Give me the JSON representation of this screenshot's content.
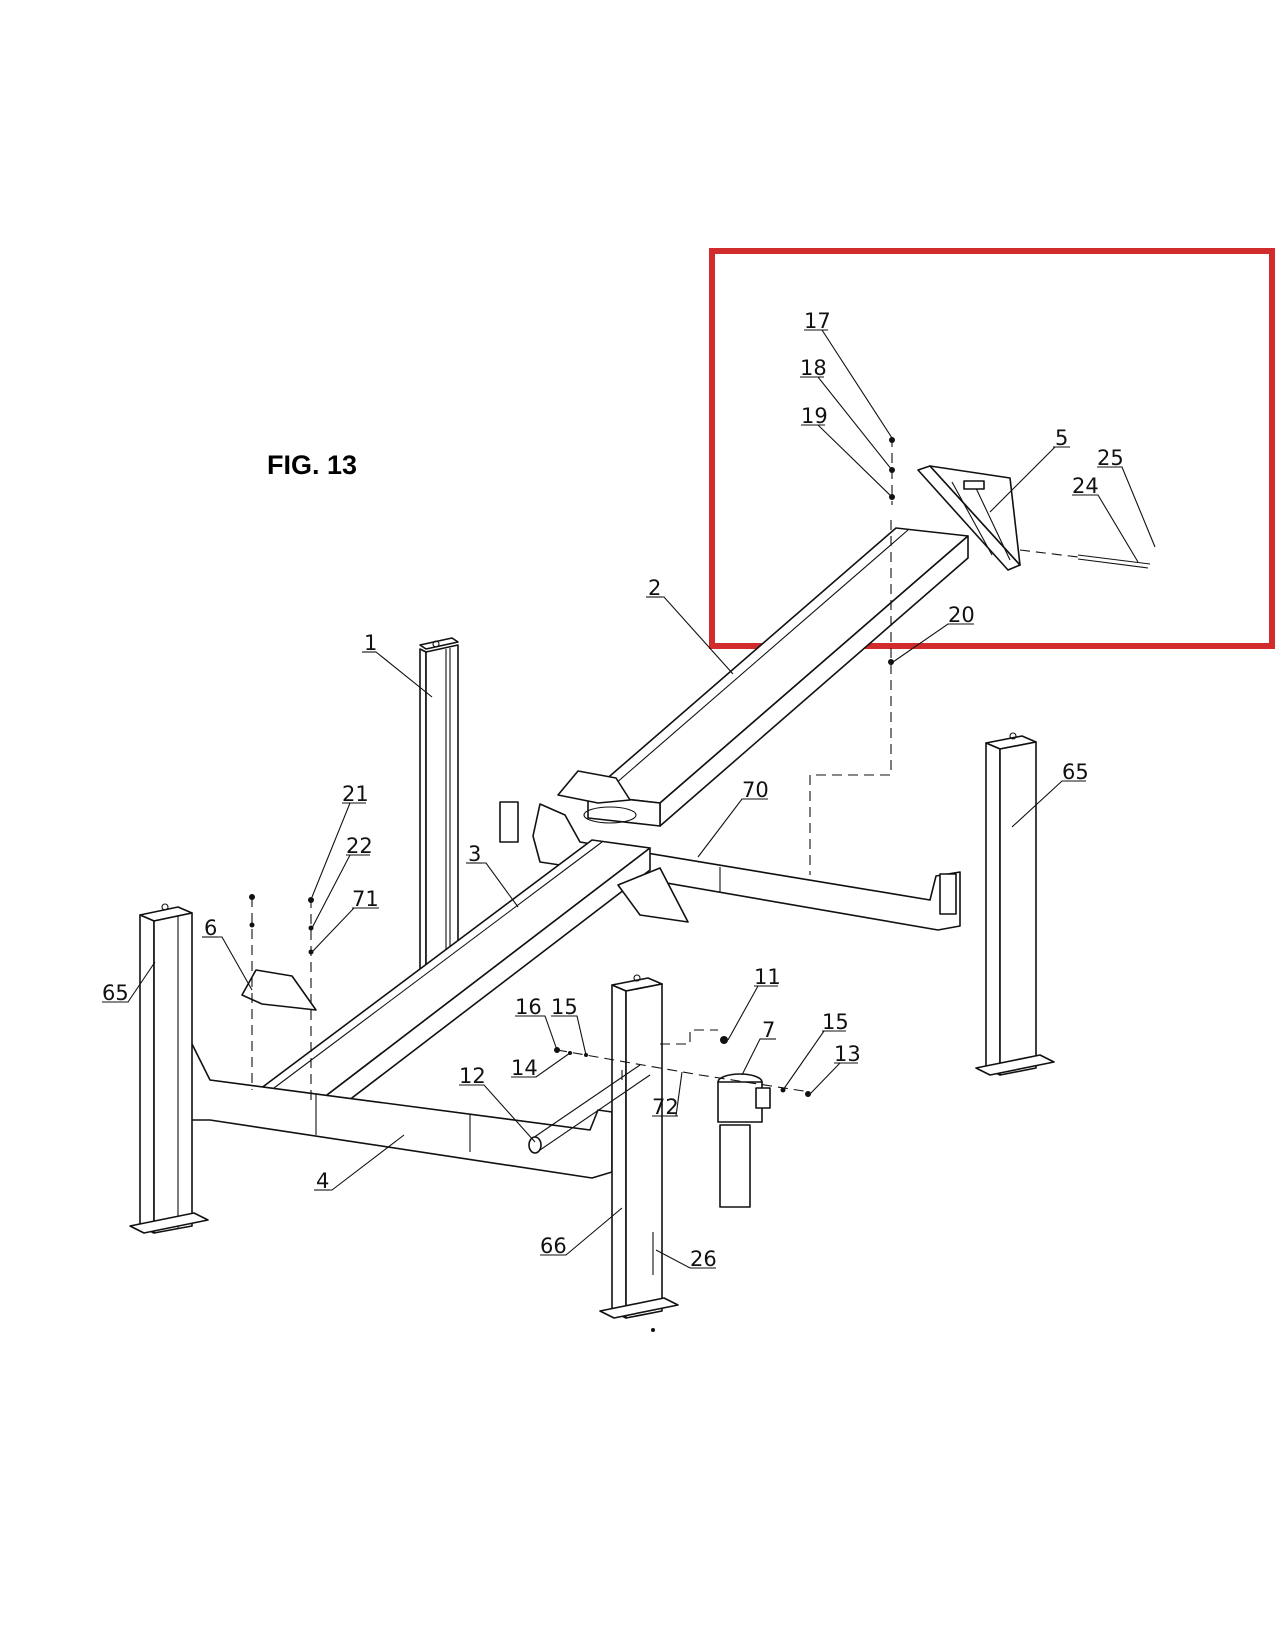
{
  "figure": {
    "title": "FIG. 13",
    "highlight_color": "#d22b2b"
  },
  "callouts": [
    {
      "id": "c17",
      "text": "17"
    },
    {
      "id": "c18",
      "text": "18"
    },
    {
      "id": "c19",
      "text": "19"
    },
    {
      "id": "c5",
      "text": "5"
    },
    {
      "id": "c25",
      "text": "25"
    },
    {
      "id": "c24",
      "text": "24"
    },
    {
      "id": "c2",
      "text": "2"
    },
    {
      "id": "c20",
      "text": "20"
    },
    {
      "id": "c1",
      "text": "1"
    },
    {
      "id": "c65a",
      "text": "65"
    },
    {
      "id": "c70",
      "text": "70"
    },
    {
      "id": "c21",
      "text": "21"
    },
    {
      "id": "c22",
      "text": "22"
    },
    {
      "id": "c3",
      "text": "3"
    },
    {
      "id": "c71",
      "text": "71"
    },
    {
      "id": "c6",
      "text": "6"
    },
    {
      "id": "c65b",
      "text": "65"
    },
    {
      "id": "c11",
      "text": "11"
    },
    {
      "id": "c16",
      "text": "16"
    },
    {
      "id": "c15a",
      "text": "15"
    },
    {
      "id": "c7",
      "text": "7"
    },
    {
      "id": "c15b",
      "text": "15"
    },
    {
      "id": "c13",
      "text": "13"
    },
    {
      "id": "c14",
      "text": "14"
    },
    {
      "id": "c12",
      "text": "12"
    },
    {
      "id": "c72",
      "text": "72"
    },
    {
      "id": "c4",
      "text": "4"
    },
    {
      "id": "c66",
      "text": "66"
    },
    {
      "id": "c26",
      "text": "26"
    }
  ]
}
